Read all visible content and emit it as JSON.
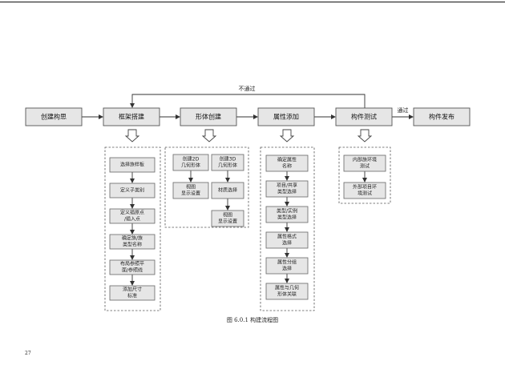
{
  "diagram": {
    "main_steps": [
      {
        "id": "s1",
        "label": "创建构思"
      },
      {
        "id": "s2",
        "label": "框架搭建"
      },
      {
        "id": "s3",
        "label": "形体创建"
      },
      {
        "id": "s4",
        "label": "属性添加"
      },
      {
        "id": "s5",
        "label": "构件测试"
      },
      {
        "id": "s6",
        "label": "构件发布"
      }
    ],
    "edge_labels": {
      "fail": "不通过",
      "pass": "通过"
    },
    "substeps": {
      "framework": [
        [
          "选择族样板"
        ],
        [
          "定义子类别"
        ],
        [
          "定义插原点",
          "/插入点"
        ],
        [
          "确定族/族",
          "类型名称"
        ],
        [
          "布局参照平",
          "面/参照线"
        ],
        [
          "添加尺寸",
          "标准"
        ]
      ],
      "shape_2d": [
        [
          "创建2D",
          "几何形体"
        ],
        [
          "视图",
          "显示设置"
        ]
      ],
      "shape_3d": [
        [
          "创建3D",
          "几何形体"
        ],
        [
          "材质选择"
        ],
        [
          "视图",
          "显示设置"
        ]
      ],
      "attributes": [
        [
          "确定属性",
          "名称"
        ],
        [
          "项目/共享",
          "类型选择"
        ],
        [
          "类型/实例",
          "类型选择"
        ],
        [
          "属性格式",
          "选择"
        ],
        [
          "属性分组",
          "选择"
        ],
        [
          "属性与几何",
          "形体关联"
        ]
      ],
      "testing": [
        [
          "内部族环境",
          "测试"
        ],
        [
          "外部项目环",
          "境测试"
        ]
      ]
    }
  },
  "caption": "图 6.0.1 构建流程图",
  "page_number": "27"
}
